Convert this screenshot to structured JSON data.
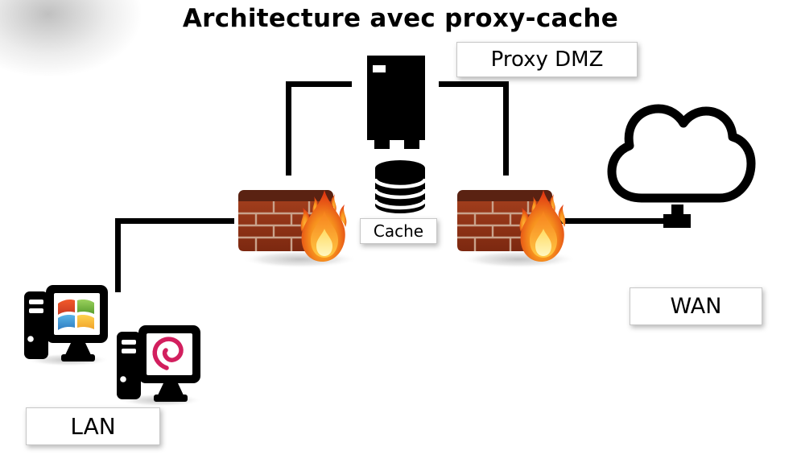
{
  "title": "Architecture avec proxy-cache",
  "labels": {
    "proxy_dmz": "Proxy DMZ",
    "cache": "Cache",
    "wan": "WAN",
    "lan": "LAN"
  },
  "nodes": [
    {
      "id": "proxy-server",
      "icon": "server-tower-icon",
      "label": "Proxy DMZ"
    },
    {
      "id": "cache-db",
      "icon": "database-cylinder-icon",
      "label": "Cache"
    },
    {
      "id": "firewall-lan",
      "icon": "firewall-brick-flame-icon",
      "label": ""
    },
    {
      "id": "firewall-wan",
      "icon": "firewall-brick-flame-icon",
      "label": ""
    },
    {
      "id": "wan-cloud",
      "icon": "cloud-network-icon",
      "label": "WAN"
    },
    {
      "id": "pc-windows",
      "icon": "desktop-computer-windows-icon",
      "label": "LAN"
    },
    {
      "id": "pc-debian",
      "icon": "desktop-computer-debian-icon",
      "label": "LAN"
    }
  ],
  "connections": [
    {
      "from": "lan-computers",
      "to": "firewall-lan"
    },
    {
      "from": "firewall-lan",
      "to": "proxy-server"
    },
    {
      "from": "proxy-server",
      "to": "firewall-wan"
    },
    {
      "from": "firewall-wan",
      "to": "wan-cloud"
    }
  ],
  "colors": {
    "line": "#000000",
    "icon_black": "#000000",
    "label_border": "#c7c7c7",
    "brick_wall_light": "#a03d1c",
    "brick_wall_dark": "#7c2810",
    "brick_bevel": "#5a2212",
    "brick_mortar": "#c9a28b",
    "flame_red": "#e03a12",
    "flame_orange": "#f7931e",
    "flame_yellow": "#ffd95e",
    "windows_red": "#e8502e",
    "windows_green": "#7db942",
    "windows_blue": "#3f94d8",
    "windows_yellow": "#fcbd3d",
    "debian_magenta": "#d21f5e"
  }
}
